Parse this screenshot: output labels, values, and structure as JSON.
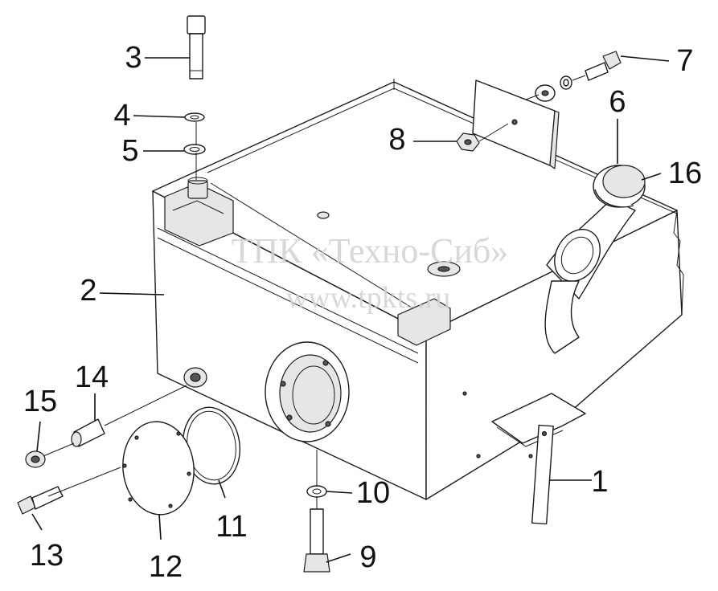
{
  "watermark": {
    "line1": "ТПК «Техно-Сиб»",
    "line2": "www.tpkts.ru"
  },
  "callouts": {
    "c1": "1",
    "c2": "2",
    "c3": "3",
    "c4": "4",
    "c5": "5",
    "c6": "6",
    "c7": "7",
    "c8": "8",
    "c9": "9",
    "c10": "10",
    "c11": "11",
    "c12": "12",
    "c13": "13",
    "c14": "14",
    "c15": "15",
    "c16": "16"
  }
}
